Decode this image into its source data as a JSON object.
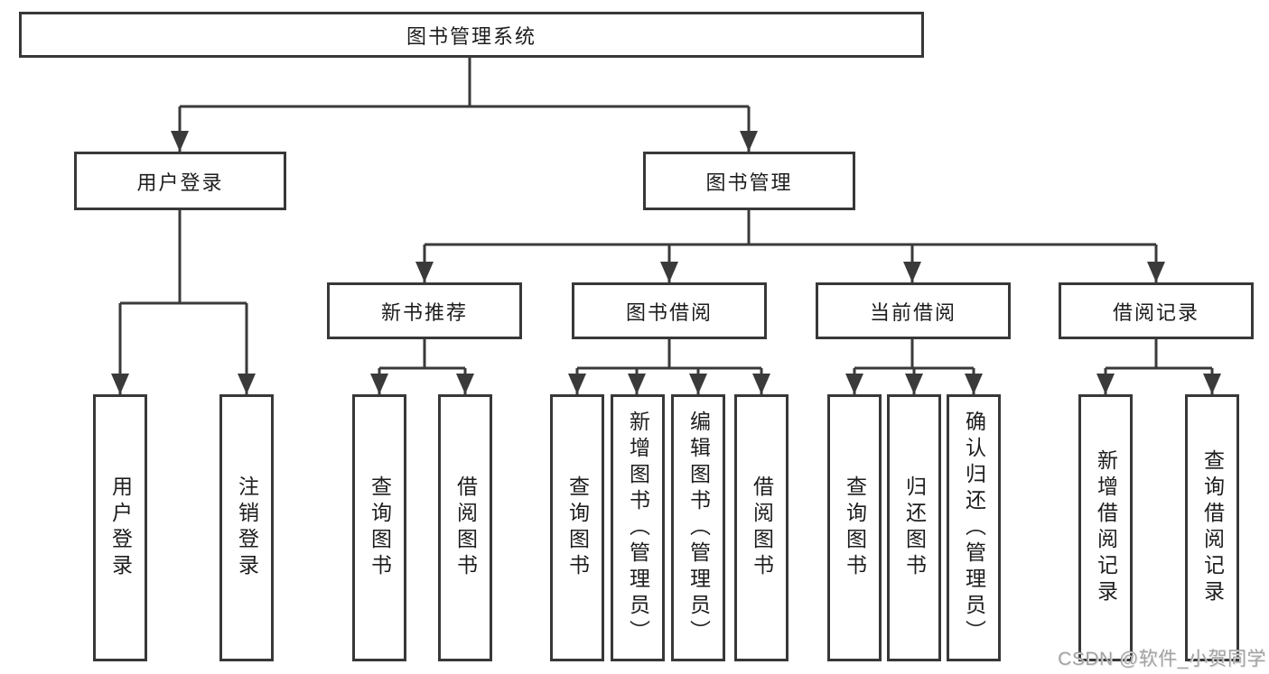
{
  "tree": {
    "label": "图书管理系统",
    "children": [
      {
        "label": "用户登录",
        "children": [
          {
            "label": "用户登录"
          },
          {
            "label": "注销登录"
          }
        ]
      },
      {
        "label": "图书管理",
        "children": [
          {
            "label": "新书推荐",
            "children": [
              {
                "label": "查询图书"
              },
              {
                "label": "借阅图书"
              }
            ]
          },
          {
            "label": "图书借阅",
            "children": [
              {
                "label": "查询图书"
              },
              {
                "label": "新增图书（管理员）"
              },
              {
                "label": "编辑图书（管理员）"
              },
              {
                "label": "借阅图书"
              }
            ]
          },
          {
            "label": "当前借阅",
            "children": [
              {
                "label": "查询图书"
              },
              {
                "label": "归还图书"
              },
              {
                "label": "确认归还（管理员）"
              }
            ]
          },
          {
            "label": "借阅记录",
            "children": [
              {
                "label": "新增借阅记录"
              },
              {
                "label": "查询借阅记录"
              }
            ]
          }
        ]
      }
    ]
  },
  "watermark": {
    "text": "CSDN @软件_小贺同学"
  },
  "colors": {
    "line": "#3a3a3a",
    "box_border": "#383838",
    "text": "#1d1d1f",
    "watermark": "#a3a3a3",
    "background": "#ffffff"
  }
}
